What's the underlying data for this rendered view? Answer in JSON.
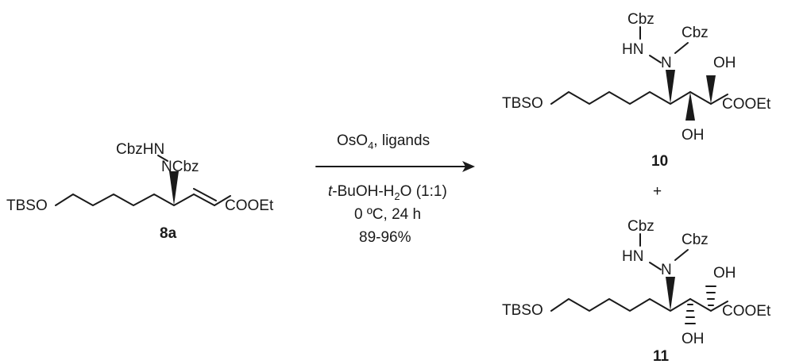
{
  "scheme": {
    "reactant": {
      "id": "8a",
      "labels": {
        "cbzhn": "CbzHN",
        "ncbz": "NCbz",
        "tbso": "TBSO",
        "cooet": "COOEt"
      }
    },
    "reaction": {
      "reagent": "OsO",
      "reagent_sub": "4",
      "reagent_rest": ", ligands",
      "solvent_a": "t",
      "solvent_b": "-BuOH-H",
      "solvent_sub": "2",
      "solvent_c": "O (1:1)",
      "conditions": "0 ºC, 24 h",
      "yield": "89-96%"
    },
    "plus": "+",
    "product_10": {
      "id": "10",
      "labels": {
        "cbz_top": "Cbz",
        "hn": "HN",
        "cbz_right": "Cbz",
        "n": "N",
        "oh_upper": "OH",
        "oh_lower": "OH",
        "tbso": "TBSO",
        "cooet": "COOEt"
      }
    },
    "product_11": {
      "id": "11",
      "labels": {
        "cbz_top": "Cbz",
        "hn": "HN",
        "cbz_right": "Cbz",
        "n": "N",
        "oh_upper": "OH",
        "oh_lower": "OH",
        "tbso": "TBSO",
        "cooet": "COOEt"
      }
    }
  }
}
